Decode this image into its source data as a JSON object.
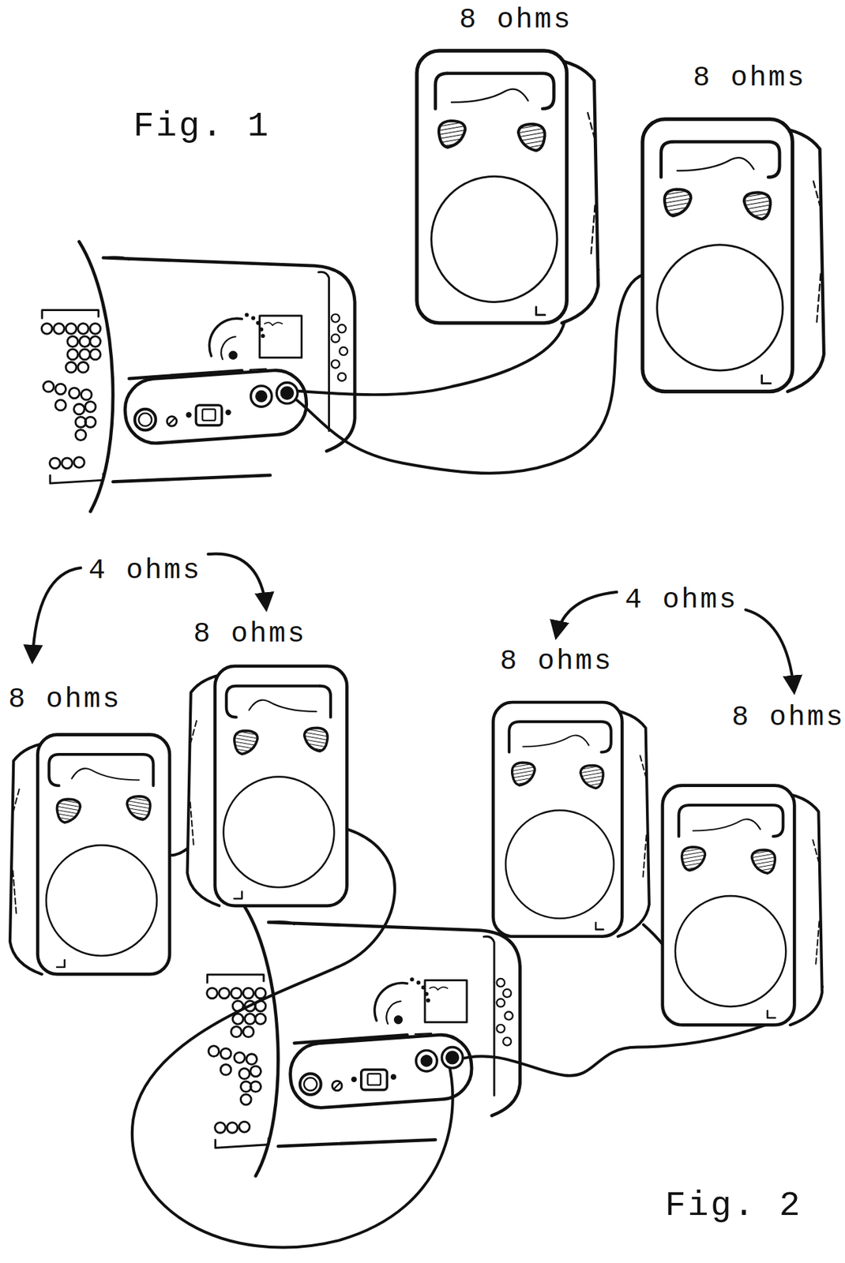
{
  "diagram": {
    "labels": [
      "8 ohms",
      "8 ohms",
      "Fig. 1",
      "4 ohms",
      "4 ohms",
      "8 ohms",
      "8 ohms",
      "8 ohms",
      "8 ohms",
      "Fig. 2"
    ]
  }
}
